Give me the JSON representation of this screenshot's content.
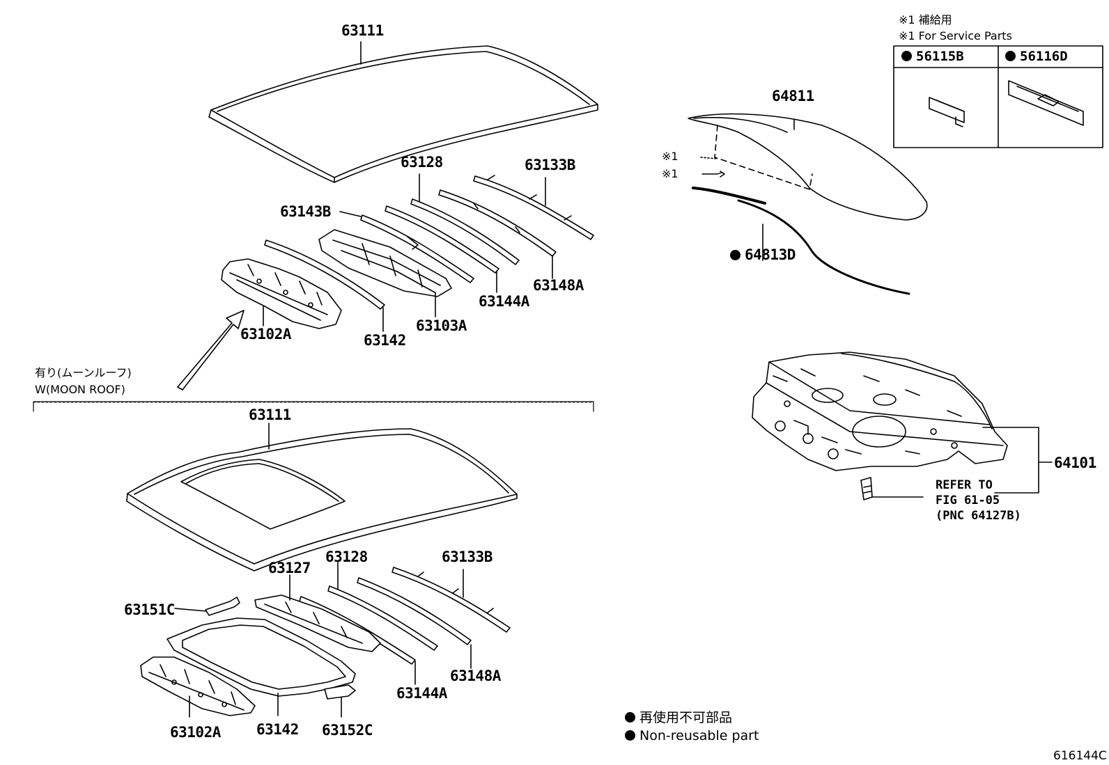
{
  "diagram_code": "616144C",
  "service_note": {
    "line1": "※1 補給用",
    "line2": "※1 For Service Parts",
    "parts": [
      "56115B",
      "56116D"
    ]
  },
  "marker_label": "※1",
  "variant_label": {
    "jp": "有り(ムーンルーフ)",
    "en": "W(MOON ROOF)"
  },
  "upper_parts": {
    "roof": "63111",
    "p63128": "63128",
    "p63133B": "63133B",
    "p63143B": "63143B",
    "p63148A": "63148A",
    "p63144A": "63144A",
    "p63103A": "63103A",
    "p63142": "63142",
    "p63102A": "63102A"
  },
  "lower_parts": {
    "roof": "63111",
    "p63127": "63127",
    "p63128": "63128",
    "p63133B": "63133B",
    "p63151C": "63151C",
    "p63148A": "63148A",
    "p63144A": "63144A",
    "p63142": "63142",
    "p63152C": "63152C",
    "p63102A": "63102A"
  },
  "rear_parts": {
    "glass": "64811",
    "weatherstrip": "64813D",
    "panel": "64101"
  },
  "refer": {
    "line1": "REFER TO",
    "line2": "FIG 61-05",
    "line3": "(PNC 64127B)"
  },
  "legend": {
    "jp": "再使用不可部品",
    "en": "Non-reusable part"
  }
}
